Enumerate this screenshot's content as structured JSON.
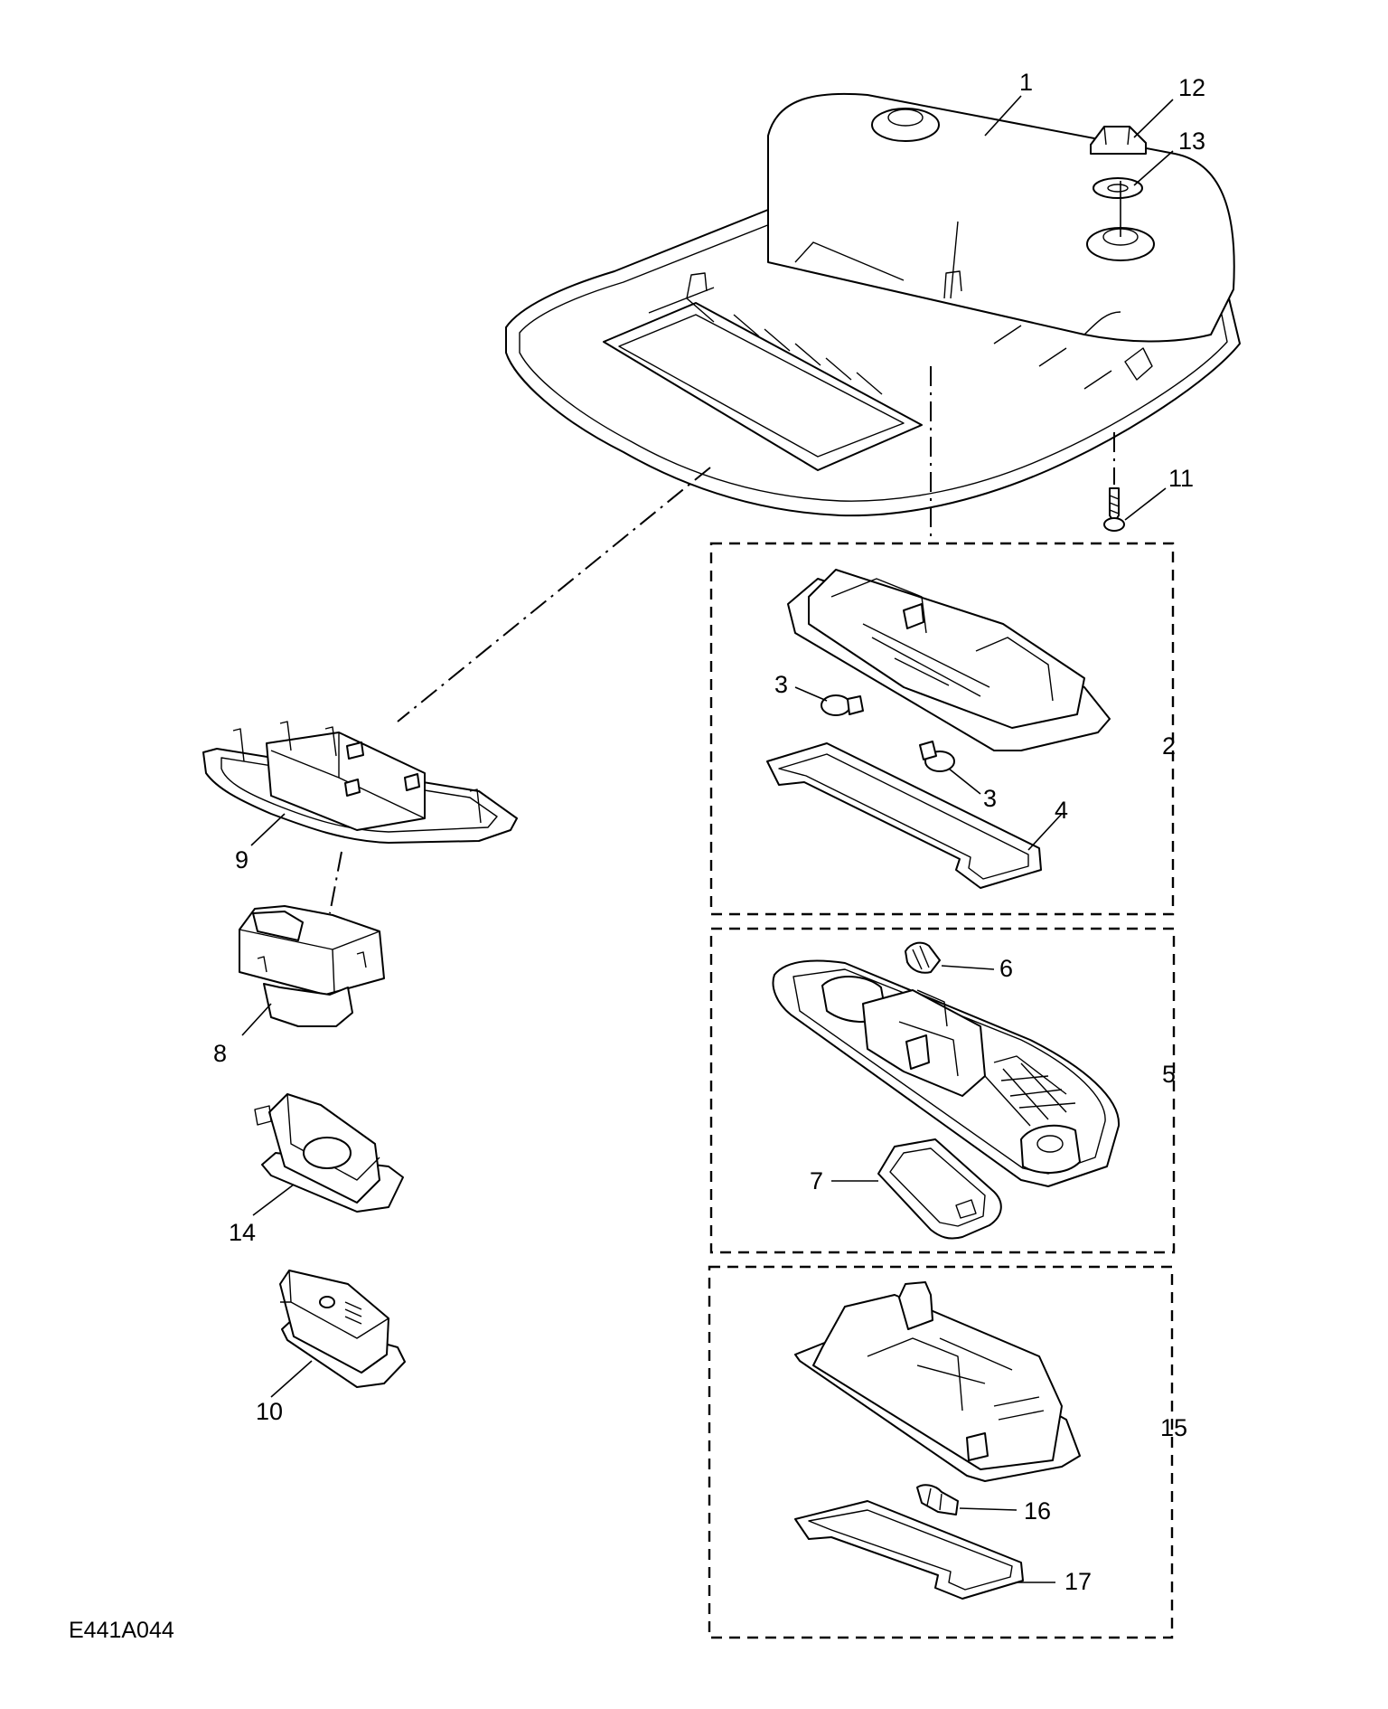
{
  "figure": {
    "code": "E441A044"
  },
  "callouts": {
    "c1": "1",
    "c2": "2",
    "c3a": "3",
    "c3b": "3",
    "c4": "4",
    "c5": "5",
    "c6": "6",
    "c7": "7",
    "c8": "8",
    "c9": "9",
    "c10": "10",
    "c11": "11",
    "c12": "12",
    "c13": "13",
    "c14": "14",
    "c15": "15",
    "c16": "16",
    "c17": "17"
  }
}
